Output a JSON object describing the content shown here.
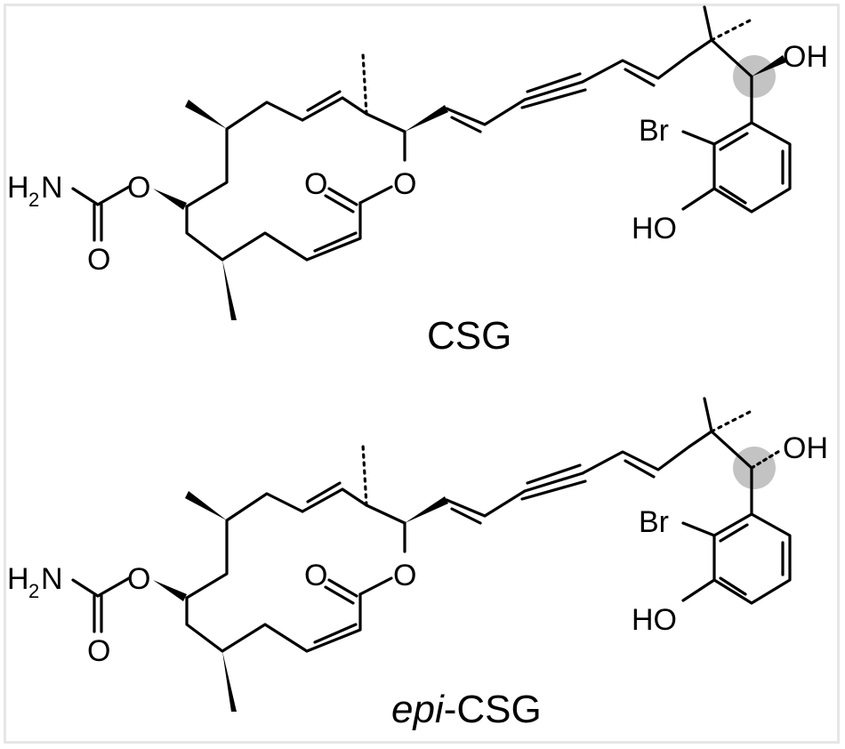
{
  "molecules": [
    {
      "caption_italic": "",
      "caption_plain": "CSG",
      "labels": {
        "oh_side": "OH",
        "br": "Br",
        "oh_ring": "HO",
        "h": "H",
        "h_sub": "2",
        "n": "N",
        "o_carbamate": "O",
        "o_ester": "O",
        "o_carbonyl_carbamate": "O",
        "o_carbonyl_lactone": "O",
        "o_ring": "O"
      }
    },
    {
      "caption_italic": "epi",
      "caption_plain": "-CSG",
      "labels": {
        "oh_side": "OH",
        "br": "Br",
        "oh_ring": "HO",
        "h": "H",
        "h_sub": "2",
        "n": "N",
        "o_carbamate": "O",
        "o_ester": "O",
        "o_carbonyl_carbamate": "O",
        "o_carbonyl_lactone": "O",
        "o_ring": "O"
      }
    }
  ]
}
